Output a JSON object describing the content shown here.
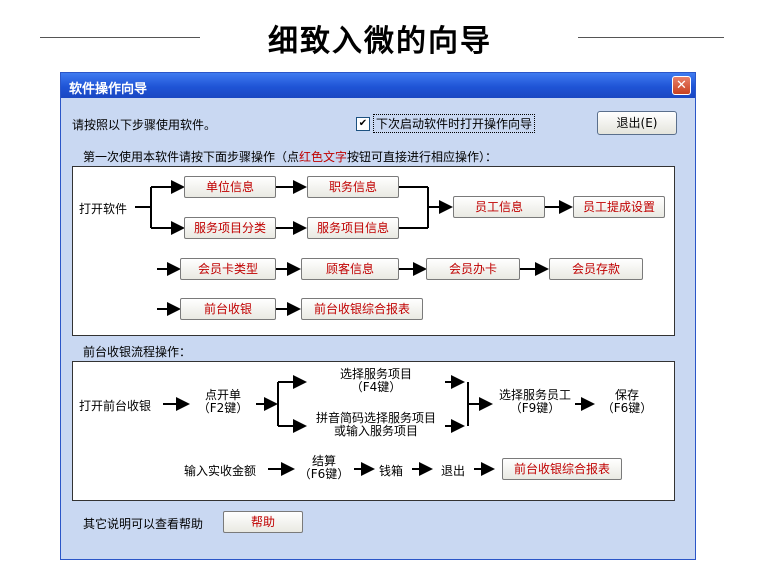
{
  "page": {
    "title": "细致入微的向导"
  },
  "window": {
    "title": "软件操作向导",
    "close_glyph": "✕",
    "intro": "请按照以下步骤使用软件。",
    "checkbox": {
      "checked": true,
      "glyph": "✔",
      "label": "下次启动软件时打开操作向导"
    },
    "exit_label": "退出(E)",
    "section1": {
      "label_pre": "第一次使用本软件请按下面步骤操作（点",
      "label_red": "红色文字",
      "label_post": "按钮可直接进行相应操作）：",
      "start": "打开软件",
      "items": {
        "unit": "单位信息",
        "position": "职务信息",
        "service_cat": "服务项目分类",
        "service_item": "服务项目信息",
        "employee": "员工信息",
        "commission": "员工提成设置",
        "card_type": "会员卡类型",
        "customer": "顾客信息",
        "member_card": "会员办卡",
        "deposit": "会员存款",
        "cashier": "前台收银",
        "cashier_report": "前台收银综合报表"
      }
    },
    "section2": {
      "label": "前台收银流程操作：",
      "start": "打开前台收银",
      "order": [
        "点开单",
        "（F2键）"
      ],
      "select_service": [
        "选择服务项目",
        "（F4键）"
      ],
      "pinyin": [
        "拼音简码选择服务项目",
        "或输入服务项目"
      ],
      "select_staff": [
        "选择服务员工",
        "（F9键）"
      ],
      "save": [
        "保存",
        "（F6键）"
      ],
      "input_amount": "输入实收金额",
      "settle": [
        "结算",
        "（F6键）"
      ],
      "cashbox": "钱箱",
      "exit": "退出",
      "report": "前台收银综合报表"
    },
    "help": {
      "text": "其它说明可以查看帮助",
      "button": "帮助"
    }
  }
}
